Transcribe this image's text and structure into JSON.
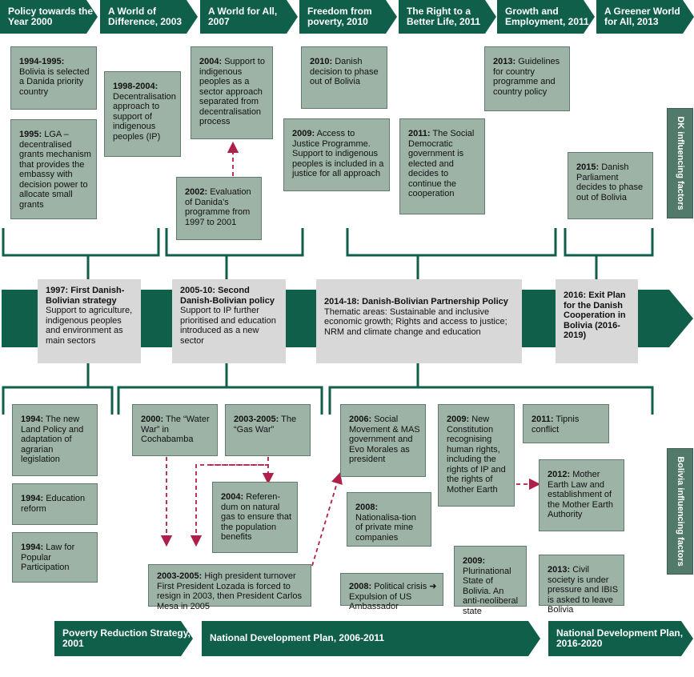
{
  "colors": {
    "dark_green": "#0f5f4b",
    "box_fill": "#9db3a6",
    "box_border": "#5f7b6d",
    "light_box": "#d8d8d8",
    "side_label": "#517a6a",
    "arrow_red": "#b01e4a"
  },
  "top_periods": [
    "Policy towards the Year 2000",
    "A World of Difference, 2003",
    "A World for All, 2007",
    "Freedom from poverty, 2010",
    "The Right to a Better Life, 2011",
    "Growth and Employment, 2011",
    "A Greener World for All, 2013"
  ],
  "dk_boxes": {
    "b1": {
      "head": "1994-1995:",
      "text": " Bolivia is selected a Danida priority country"
    },
    "b2": {
      "head": "1995:",
      "text": " LGA – decentralised grants mechanism that provides the embassy with decision power to allocate small grants"
    },
    "b3": {
      "head": "1998-2004:",
      "text": " Decentralisation approach to support of indigenous peoples (IP)"
    },
    "b4": {
      "head": "2004:",
      "text": " Support to indigenous peoples as a sector approach separated from decentralisation process"
    },
    "b5": {
      "head": "2002:",
      "text": " Evaluation of Danida's programme from 1997 to 2001"
    },
    "b6": {
      "head": "2010:",
      "text": " Danish decision to phase out of Bolivia"
    },
    "b7": {
      "head": "2009:",
      "text": " Access to Justice Programme. Support to indigenous peoples is included in a justice for all approach"
    },
    "b8": {
      "head": "2011:",
      "text": " The Social Democratic government is elected and decides to continue the cooperation"
    },
    "b9": {
      "head": "2013:",
      "text": " Guidelines for country programme and country policy"
    },
    "b10": {
      "head": "2015:",
      "text": " Danish Parliament decides to phase out of Bolivia"
    }
  },
  "dk_side_label": "DK influencing factors",
  "bolivia_side_label": "Bolivia influencing factors",
  "policies": {
    "p1": {
      "head": "1997: First Danish-Bolivian strategy",
      "text": "Support to agriculture, indigenous peoples and environment as main sectors"
    },
    "p2": {
      "head": "2005-10: Second Danish-Bolivian policy",
      "text": "Support to IP further prioritised and education introduced as a new sector"
    },
    "p3": {
      "head": "2014-18: Danish-Bolivian Partnership Policy",
      "text": "Thematic areas: Sustainable and inclusive economic growth; Rights and access to justice; NRM and climate change and education"
    },
    "p4": {
      "head": "2016: Exit Plan for the Danish Cooperation in Bolivia (2016-2019)",
      "text": ""
    }
  },
  "bo_boxes": {
    "c1": {
      "head": "1994:",
      "text": " The new Land Policy and adaptation of agrarian legislation"
    },
    "c2": {
      "head": "1994:",
      "text": " Education reform"
    },
    "c3": {
      "head": "1994:",
      "text": " Law for Popular Participation"
    },
    "c4": {
      "head": "2000:",
      "text": " The “Water War” in Cochabamba"
    },
    "c5": {
      "head": "2003-2005:",
      "text": " The “Gas War”"
    },
    "c6": {
      "head": "2004:",
      "text": " Referen-dum on natural gas to ensure that the population benefits"
    },
    "c7": {
      "head": "2003-2005:",
      "text": " High president turnover First President Lozada is forced to resign in 2003, then President Carlos Mesa in 2005"
    },
    "c8": {
      "head": "2006:",
      "text": " Social Movement & MAS government and Evo Morales as president"
    },
    "c9": {
      "head": "2009:",
      "text": " New Constitution recognising human rights, including the rights of IP and the rights of Mother Earth"
    },
    "c10": {
      "head": "2011:",
      "text": " Tipnis conflict"
    },
    "c11": {
      "head": "2008:",
      "text": " Nationalisa-tion of private mine companies"
    },
    "c12": {
      "head": "2012:",
      "text": " Mother Earth Law and establishment of the Mother Earth Authority"
    },
    "c13": {
      "head": "2008:",
      "text": " Political crisis ➜ Expulsion of US Ambassador"
    },
    "c14": {
      "head": "2009:",
      "text": " Plurinational State of Bolivia. An anti-neoliberal state"
    },
    "c15": {
      "head": "2013:",
      "text": " Civil society is under pressure and IBIS is asked to leave Bolivia"
    }
  },
  "bottom_plans": [
    "Poverty Reduction Strategy, 2001",
    "National Development Plan, 2006-2011",
    "National Development Plan, 2016-2020"
  ]
}
